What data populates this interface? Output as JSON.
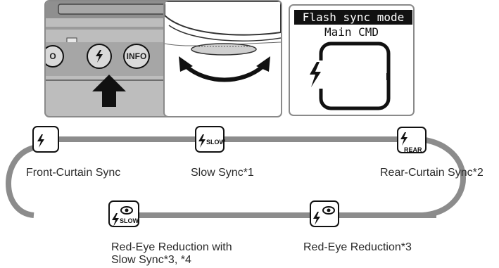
{
  "camera": {
    "info_button_label": "INFO",
    "left_button_label": "O"
  },
  "lcd": {
    "title": "Flash sync mode",
    "subtitle": "Main CMD"
  },
  "modes": {
    "front_curtain": {
      "label": "Front-Curtain Sync",
      "icon": "flash-icon"
    },
    "slow_sync": {
      "label": "Slow Sync*1",
      "icon": "flash-slow-icon",
      "badge": "SLOW"
    },
    "rear_curtain": {
      "label": "Rear-Curtain Sync*2",
      "icon": "flash-rear-icon",
      "badge": "REAR"
    },
    "red_eye": {
      "label": "Red-Eye Reduction*3",
      "icon": "flash-red-eye-icon"
    },
    "red_eye_slow": {
      "label_line1": "Red-Eye Reduction with",
      "label_line2": "Slow Sync*3, *4",
      "icon": "flash-red-eye-slow-icon",
      "badge": "SLOW"
    }
  },
  "colors": {
    "connector": "#8c8c8c",
    "panel_border": "#8a8a8a",
    "camera_body": "#bdbdbd",
    "arrow": "#111111"
  }
}
